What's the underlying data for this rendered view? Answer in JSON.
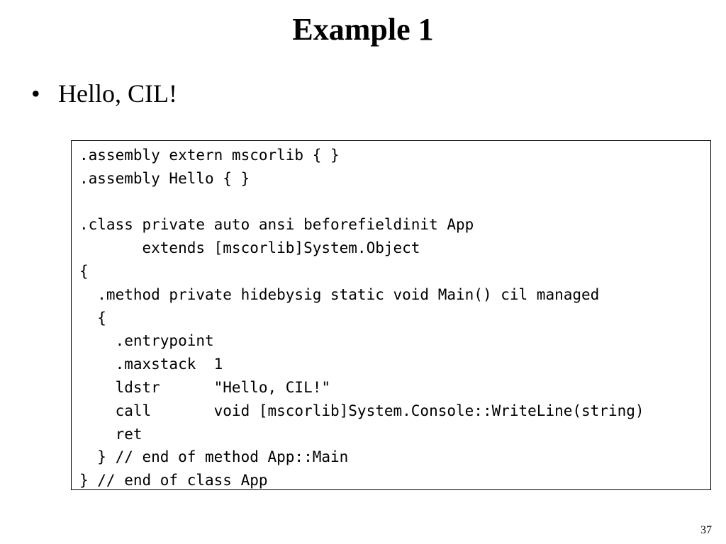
{
  "slide": {
    "title": "Example 1",
    "bullet_symbol": "•",
    "bullet_text": "Hello, CIL!",
    "page_number": "37"
  },
  "code_lines": [
    ".assembly extern mscorlib { }",
    ".assembly Hello { }",
    "",
    ".class private auto ansi beforefieldinit App",
    "       extends [mscorlib]System.Object",
    "{",
    "  .method private hidebysig static void Main() cil managed",
    "  {",
    "    .entrypoint",
    "    .maxstack  1",
    "    ldstr      \"Hello, CIL!\"",
    "    call       void [mscorlib]System.Console::WriteLine(string)",
    "    ret",
    "  } // end of method App::Main",
    "} // end of class App"
  ]
}
